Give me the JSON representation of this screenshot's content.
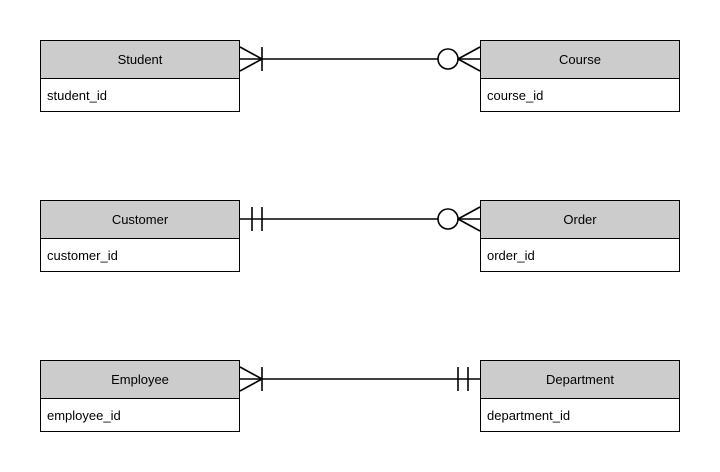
{
  "diagram": {
    "type": "entity-relationship-diagram",
    "notation": "crow's foot",
    "background_color": "#ffffff",
    "line_color": "#000000",
    "header_fill": "#cccccc",
    "body_fill": "#ffffff",
    "relationships": [
      {
        "id": "student-course",
        "left": {
          "entity": "Student",
          "attribute": "student_id",
          "cardinality_symbol": "crowsfoot-bar",
          "cardinality_meaning": "one or many"
        },
        "right": {
          "entity": "Course",
          "attribute": "course_id",
          "cardinality_symbol": "circle-crowsfoot",
          "cardinality_meaning": "zero or many"
        }
      },
      {
        "id": "customer-order",
        "left": {
          "entity": "Customer",
          "attribute": "customer_id",
          "cardinality_symbol": "double-bar",
          "cardinality_meaning": "exactly one"
        },
        "right": {
          "entity": "Order",
          "attribute": "order_id",
          "cardinality_symbol": "circle-crowsfoot",
          "cardinality_meaning": "zero or many"
        }
      },
      {
        "id": "employee-department",
        "left": {
          "entity": "Employee",
          "attribute": "employee_id",
          "cardinality_symbol": "crowsfoot-bar",
          "cardinality_meaning": "one or many"
        },
        "right": {
          "entity": "Department",
          "attribute": "department_id",
          "cardinality_symbol": "double-bar",
          "cardinality_meaning": "exactly one"
        }
      }
    ]
  }
}
